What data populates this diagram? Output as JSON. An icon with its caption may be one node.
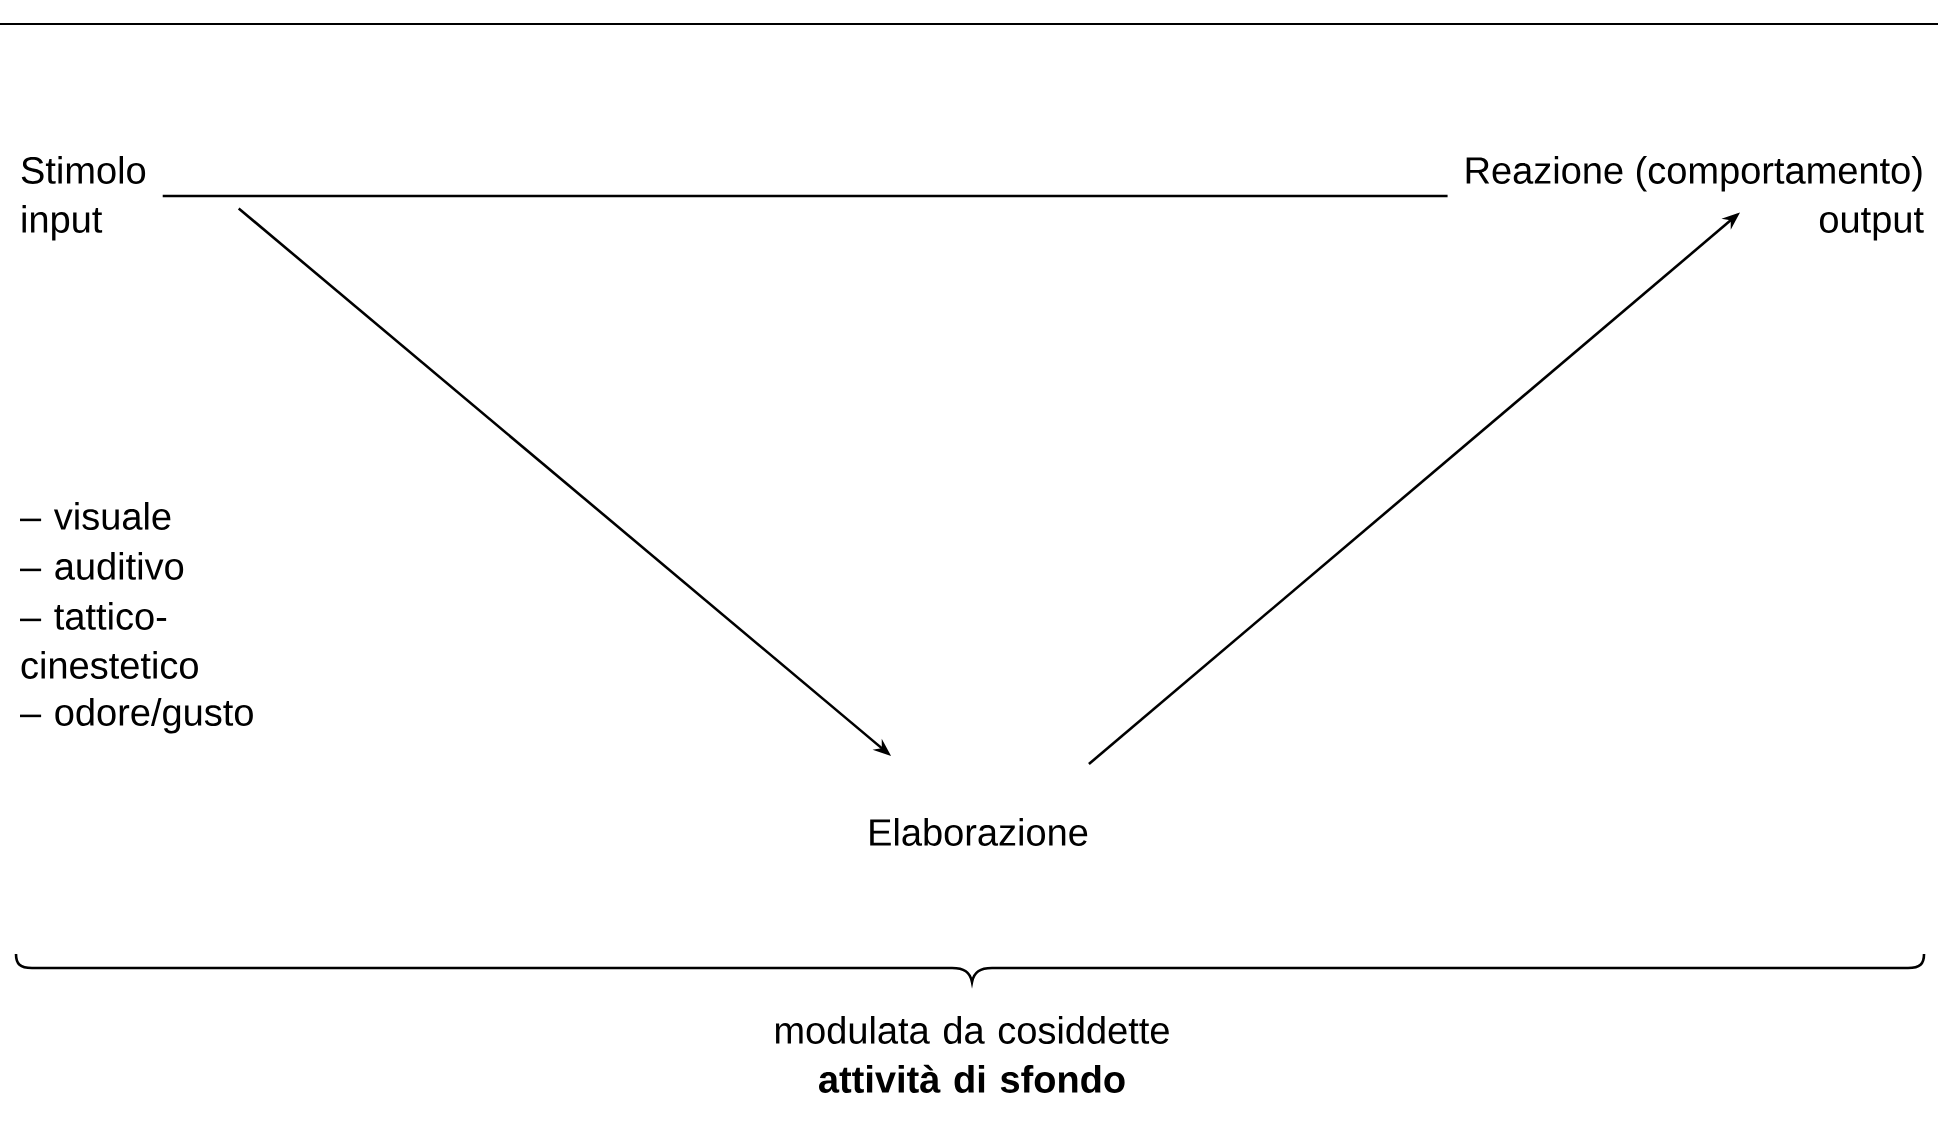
{
  "diagram": {
    "nodes": [
      {
        "text": [
          "Stimolo",
          "input"
        ]
      },
      {
        "text": [
          "Reazione (comportamento)",
          "output"
        ]
      },
      {
        "text": [
          "Elaborazione"
        ]
      }
    ],
    "edges": [
      {
        "from": 0,
        "to": 1,
        "arrow": "none"
      },
      {
        "from": 0,
        "to": 2,
        "arrow": "to"
      },
      {
        "from": 2,
        "to": 1,
        "arrow": "to"
      }
    ],
    "labels": [
      "– visuale",
      "– auditivo",
      "– tattico- cinestetico",
      "– odore/gusto",
      "modulata da cosiddette **attività di sfondo**"
    ]
  }
}
